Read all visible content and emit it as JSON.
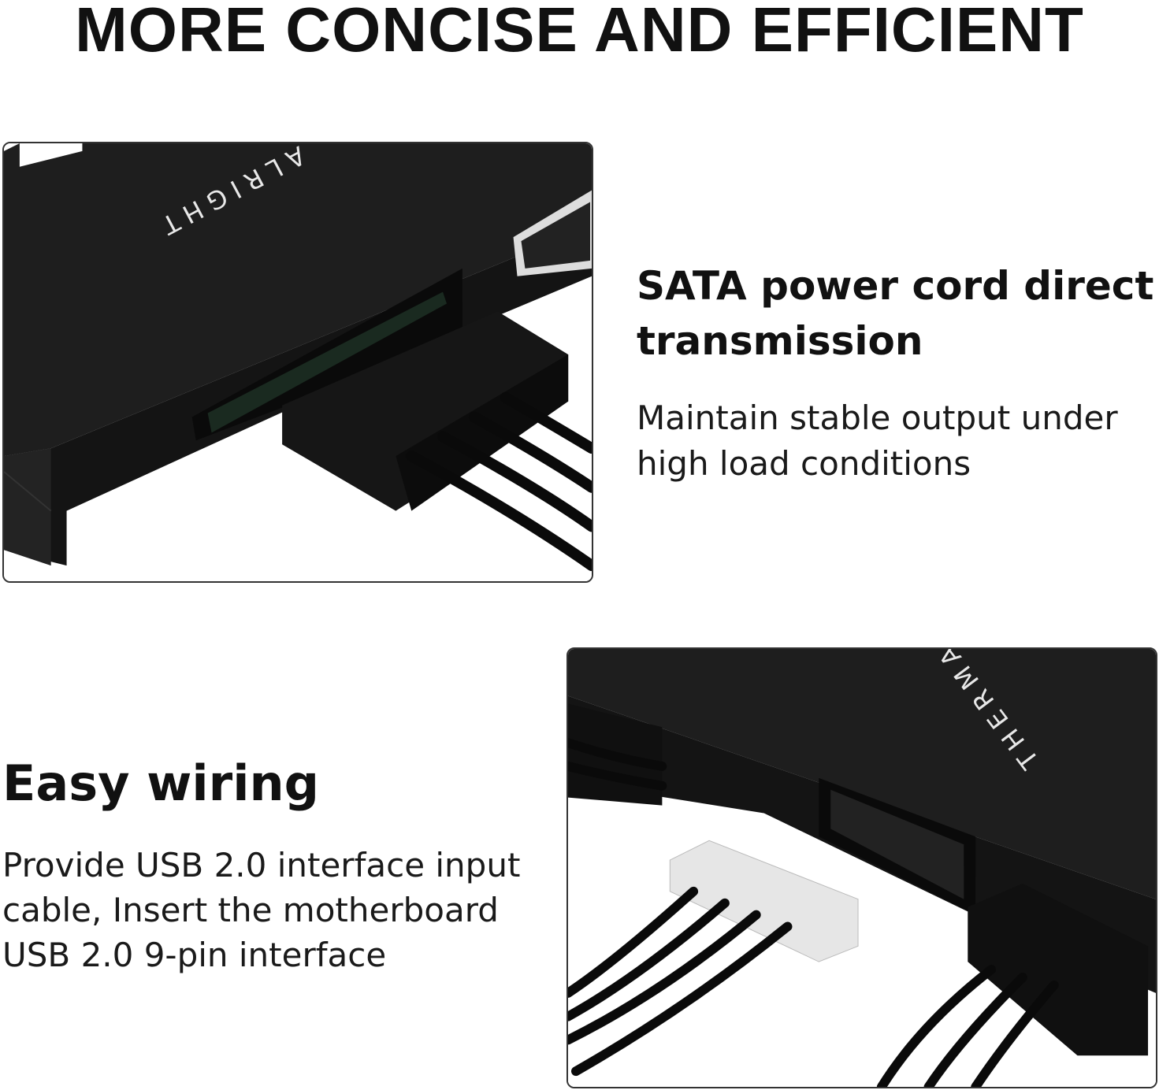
{
  "header": {
    "title": "MORE CONCISE AND EFFICIENT"
  },
  "sections": [
    {
      "heading": "SATA power cord direct transmission",
      "body": "Maintain stable output under high load conditions",
      "photo_logo_text": "ALRIGHT"
    },
    {
      "heading": "Easy wiring",
      "body": "Provide USB 2.0 interface input cable, Insert the motherboard USB 2.0 9-pin interface",
      "photo_logo_text": "THERMA"
    }
  ],
  "colors": {
    "text": "#111111",
    "device": "#1c1c1c",
    "border": "#333333",
    "connector_white": "#e8e8e8"
  }
}
